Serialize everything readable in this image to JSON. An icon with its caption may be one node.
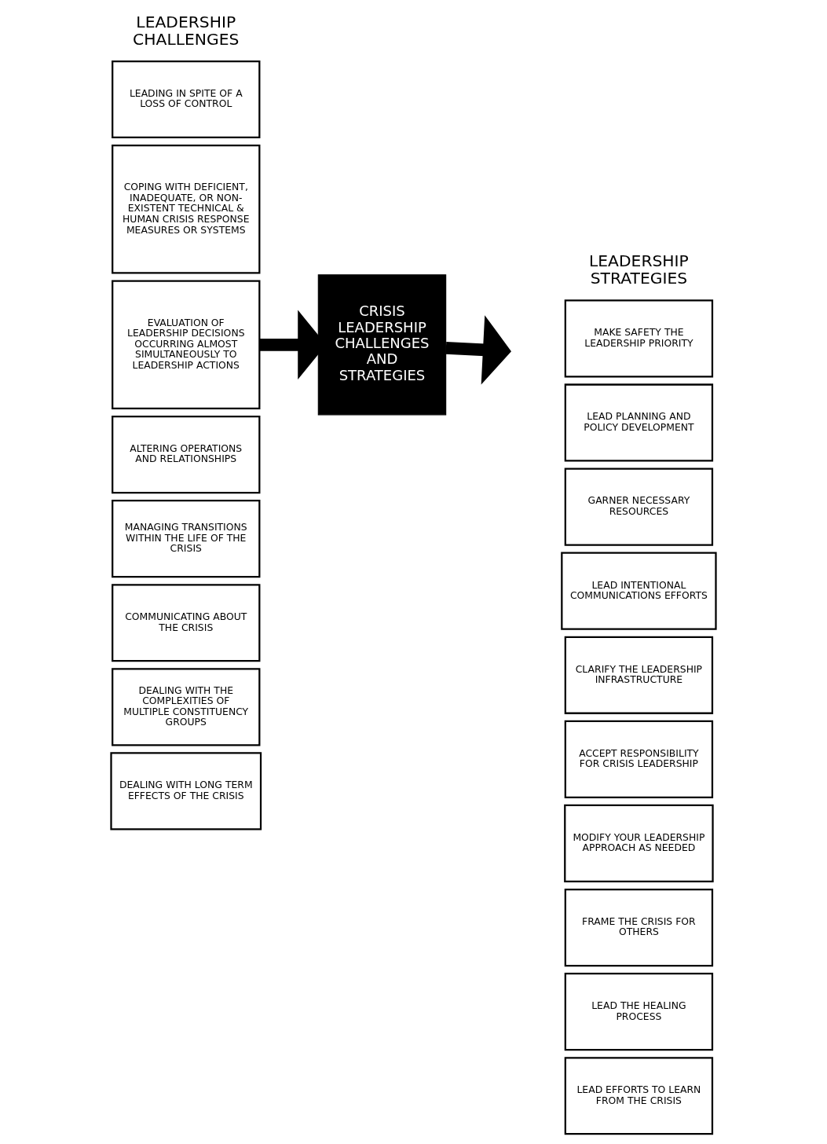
{
  "diagram": {
    "nodes": [
      {
        "text": [
          "LEADING IN SPITE OF A LOSS OF CONTROL"
        ]
      },
      {
        "text": [
          "COPING WITH DEFICIENT, INADEQUATE, OR NON-EXISTENT TECHNICAL & HUMAN CRISIS RESPONSE MEASURES OR SYSTEMS"
        ]
      },
      {
        "text": [
          "EVALUATION OF LEADERSHIP DECISIONS OCCURRING ALMOST SIMULTANEOUSLY TO LEADERSHIP ACTIONS"
        ]
      },
      {
        "text": [
          "ALTERING OPERATIONS AND RELATIONSHIPS"
        ]
      },
      {
        "text": [
          "MANAGING TRANSITIONS WITHIN THE LIFE OF THE CRISIS"
        ]
      },
      {
        "text": [
          "COMMUNICATING ABOUT THE CRISIS"
        ]
      },
      {
        "text": [
          "DEALING WITH THE COMPLEXITIES OF MULTIPLE CONSTITUENCY GROUPS"
        ]
      },
      {
        "text": [
          "DEALING WITH LONG TERM EFFECTS OF THE CRISIS"
        ]
      },
      {
        "text": [
          "CRISIS LEADERSHIP CHALLENGES AND STRATEGIES"
        ]
      },
      {
        "text": [
          "MAKE SAFETY THE LEADERSHIP PRIORITY"
        ]
      },
      {
        "text": [
          "LEAD PLANNING AND POLICY DEVELOPMENT"
        ]
      },
      {
        "text": [
          "GARNER NECESSARY RESOURCES"
        ]
      },
      {
        "text": [
          "LEAD INTENTIONAL COMMUNICATIONS EFFORTS"
        ]
      },
      {
        "text": [
          "CLARIFY THE LEADERSHIP INFRASTRUCTURE"
        ]
      },
      {
        "text": [
          "ACCEPT RESPONSIBILITY FOR CRISIS LEADERSHIP"
        ]
      },
      {
        "text": [
          "MODIFY YOUR LEADERSHIP APPROACH AS NEEDED"
        ]
      },
      {
        "text": [
          "FRAME THE CRISIS FOR OTHERS"
        ]
      },
      {
        "text": [
          "LEAD THE HEALING PROCESS"
        ]
      },
      {
        "text": [
          "LEAD EFFORTS TO LEARN FROM THE CRISIS"
        ]
      }
    ],
    "edges": [
      {
        "from": 2,
        "to": 8,
        "arrow": "to"
      },
      {
        "from": 8,
        "to": null,
        "arrow": "to"
      }
    ],
    "labels": [
      "LEADERSHIP CHALLENGES",
      "LEADERSHIP STRATEGIES"
    ]
  }
}
